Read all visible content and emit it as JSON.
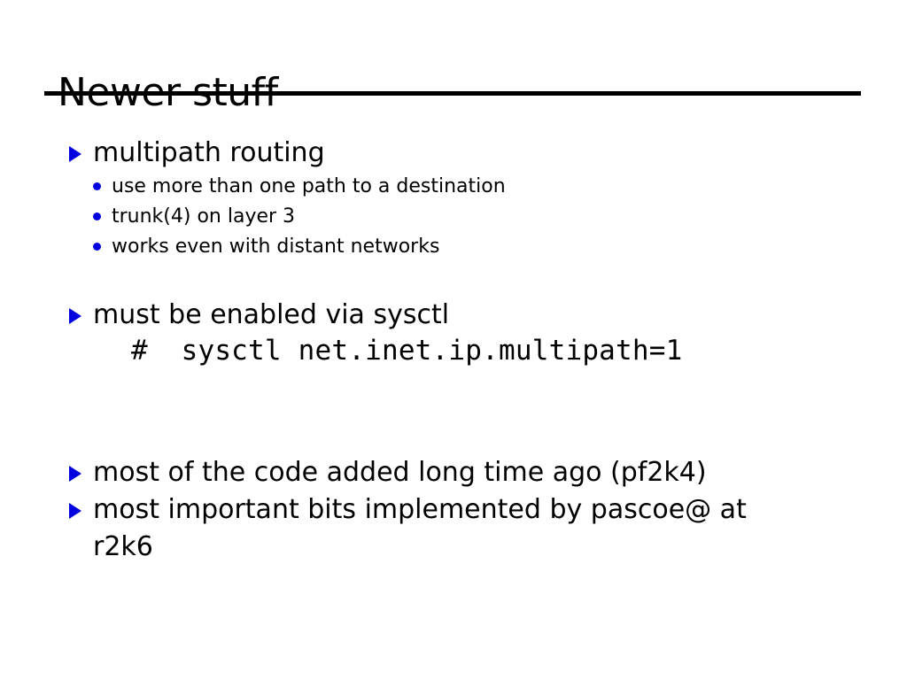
{
  "slide": {
    "title": "Newer stuff",
    "background_color": "#ffffff",
    "text_color": "#000000",
    "rule_color": "#000000",
    "bullet_marker_color": "#0000E0",
    "markers": {
      "level1": "triangle-right-marker",
      "level2": "round-dot-marker"
    },
    "blocks": [
      {
        "type": "bullet-level-1",
        "text": "multipath routing"
      },
      {
        "type": "bullet-level-2",
        "text": "use more than one path to a destination"
      },
      {
        "type": "bullet-level-2",
        "text": "trunk(4) on layer 3"
      },
      {
        "type": "bullet-level-2",
        "text": "works even with distant networks"
      },
      {
        "type": "bullet-level-1",
        "text": "must be enabled via sysctl"
      },
      {
        "type": "code",
        "text": "#  sysctl net.inet.ip.multipath=1"
      },
      {
        "type": "bullet-level-1",
        "text": "most of the code added long time ago (pf2k4)"
      },
      {
        "type": "bullet-level-1",
        "text": "most important bits implemented by pascoe@ at r2k6"
      }
    ]
  }
}
